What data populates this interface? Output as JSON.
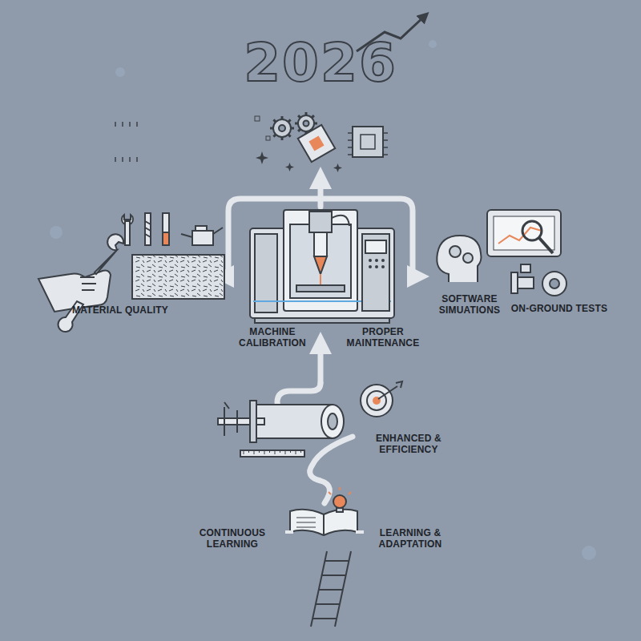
{
  "diagram": {
    "title": "2026",
    "labels": [
      "MATERIAL QUALITY",
      "MACHINE CALIBRATION",
      "PROPER MAINTENANCE",
      "SOFTWARE SIMUATIONS",
      "ON-GROUND TESTS",
      "ENHANCED & EFFICIENCY",
      "CONTINUOUS LEARNING",
      "LEARNING & ADAPTATION"
    ]
  }
}
